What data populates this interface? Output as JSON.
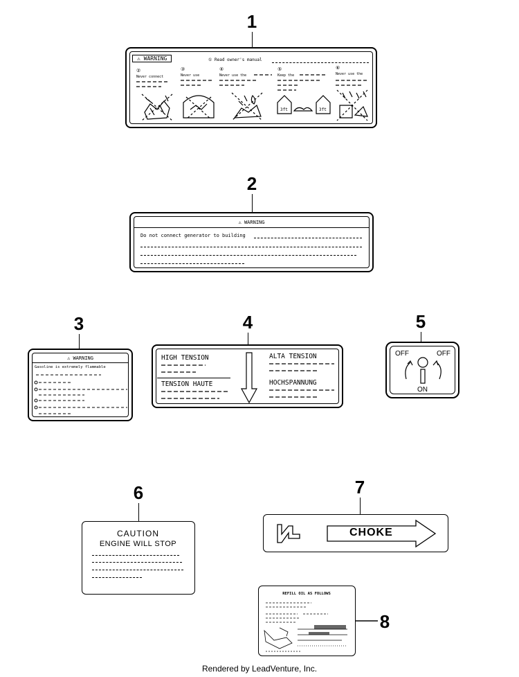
{
  "callouts": [
    "1",
    "2",
    "3",
    "4",
    "5",
    "6",
    "7",
    "8"
  ],
  "decal1": {
    "header": "⚠ WARNING",
    "top_note": "① Read owner's manual",
    "items": [
      {
        "num": "②",
        "text": "Never connect"
      },
      {
        "num": "③",
        "text": "Never use"
      },
      {
        "num": "④",
        "text": "Never use the"
      },
      {
        "num": "⑤",
        "text": "Keep the"
      },
      {
        "num": "⑥",
        "text": "Never use the"
      }
    ]
  },
  "decal2": {
    "header": "⚠ WARNING",
    "line1": "Do not connect generator to building"
  },
  "decal3": {
    "header": "⚠ WARNING",
    "line1": "Gasoline is extremely flammable"
  },
  "decal4": {
    "tl": "HIGH TENSION",
    "tr": "ALTA TENSION",
    "bl": "TENSION HAUTE",
    "br": "HOCHSPANNUNG"
  },
  "decal5": {
    "off_left": "OFF",
    "off_right": "OFF",
    "on": "ON"
  },
  "decal6": {
    "line1": "CAUTION",
    "line2": "ENGINE WILL STOP"
  },
  "decal7": {
    "label": "CHOKE"
  },
  "decal8": {
    "title": "REFILL OIL AS FOLLOWS"
  },
  "credit": "Rendered by LeadVenture, Inc."
}
